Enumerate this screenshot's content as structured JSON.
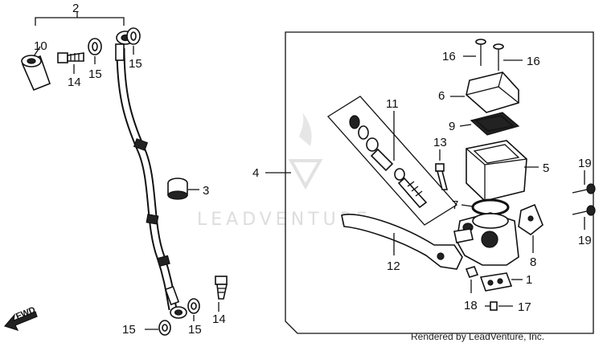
{
  "callouts": [
    {
      "id": "c2",
      "text": "2"
    },
    {
      "id": "c10",
      "text": "10"
    },
    {
      "id": "c14a",
      "text": "14"
    },
    {
      "id": "c15a",
      "text": "15"
    },
    {
      "id": "c15b",
      "text": "15"
    },
    {
      "id": "c3",
      "text": "3"
    },
    {
      "id": "c14b",
      "text": "14"
    },
    {
      "id": "c15c",
      "text": "15"
    },
    {
      "id": "c15d",
      "text": "15"
    },
    {
      "id": "c4",
      "text": "4"
    },
    {
      "id": "c11",
      "text": "11"
    },
    {
      "id": "c12",
      "text": "12"
    },
    {
      "id": "c13",
      "text": "13"
    },
    {
      "id": "c16a",
      "text": "16"
    },
    {
      "id": "c16b",
      "text": "16"
    },
    {
      "id": "c6",
      "text": "6"
    },
    {
      "id": "c9",
      "text": "9"
    },
    {
      "id": "c5",
      "text": "5"
    },
    {
      "id": "c7",
      "text": "7"
    },
    {
      "id": "c8",
      "text": "8"
    },
    {
      "id": "c1",
      "text": "1"
    },
    {
      "id": "c18",
      "text": "18"
    },
    {
      "id": "c17",
      "text": "17"
    },
    {
      "id": "c19a",
      "text": "19"
    },
    {
      "id": "c19b",
      "text": "19"
    }
  ],
  "direction_label": "FWD",
  "watermark": "LEADVENTURE",
  "credit": "Rendered by LeadVenture, Inc."
}
